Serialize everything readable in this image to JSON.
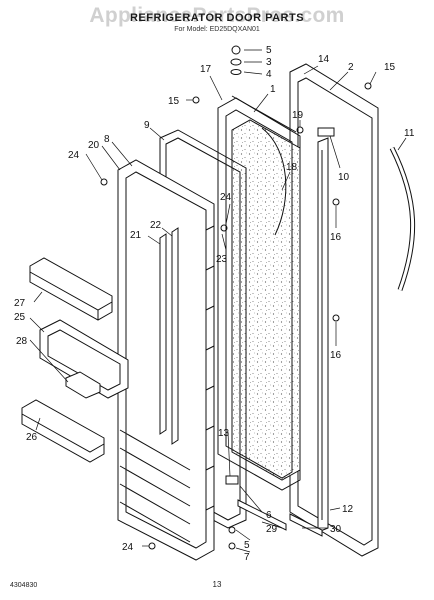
{
  "header": {
    "watermark": "AppliancePartsPros.com",
    "title": "REFRIGERATOR DOOR PARTS",
    "subtitle": "For Model: ED25DQXAN01"
  },
  "footer": {
    "doc_number": "4304830",
    "page_number": "13"
  },
  "callouts": {
    "c1": "1",
    "c2": "2",
    "c3": "3",
    "c4": "4",
    "c5a": "5",
    "c5b": "5",
    "c6": "6",
    "c7": "7",
    "c8": "8",
    "c9": "9",
    "c10": "10",
    "c11": "11",
    "c12": "12",
    "c13": "13",
    "c14": "14",
    "c15a": "15",
    "c15b": "15",
    "c16a": "16",
    "c16b": "16",
    "c17": "17",
    "c18": "18",
    "c19": "19",
    "c20": "20",
    "c21": "21",
    "c22": "22",
    "c23": "23",
    "c24a": "24",
    "c24b": "24",
    "c24c": "24",
    "c25": "25",
    "c26": "26",
    "c27": "27",
    "c28": "28",
    "c29": "29",
    "c30": "30"
  }
}
